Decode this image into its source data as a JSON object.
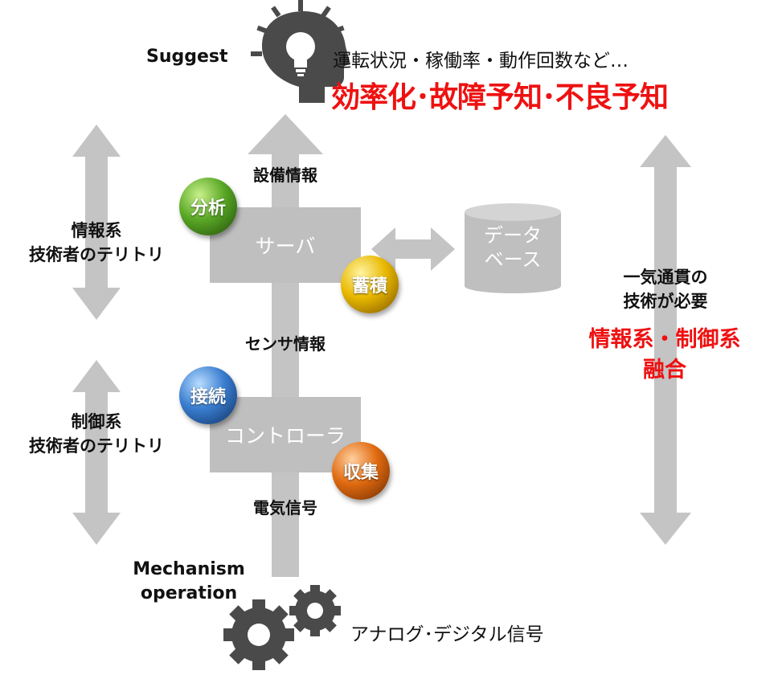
{
  "colors": {
    "arrow_gray": "#c4c4c4",
    "icon_gray": "#4a4a4a",
    "accent_red": "#ee1111",
    "orb_green": "#4c9a1e",
    "orb_yellow": "#e0b000",
    "orb_blue": "#2e74c8",
    "orb_orange": "#e06a10"
  },
  "top": {
    "suggest": "Suggest",
    "subtitle": "運転状況・稼働率・動作回数など…",
    "headline": "効率化･故障予知･不良予知"
  },
  "left": {
    "info_line1": "情報系",
    "info_line2": "技術者のテリトリ",
    "control_line1": "制御系",
    "control_line2": "技術者のテリトリ"
  },
  "center": {
    "equipment_info": "設備情報",
    "server": "サーバ",
    "sensor_info": "センサ情報",
    "controller": "コントローラ",
    "electric_signal": "電気信号",
    "mechanism_line1": "Mechanism",
    "mechanism_line2": "operation",
    "analog_digital": "アナログ･デジタル信号"
  },
  "database": {
    "line1": "データ",
    "line2": "ベース"
  },
  "orbs": {
    "analyze": "分析",
    "store": "蓄積",
    "connect": "接続",
    "collect": "収集"
  },
  "right": {
    "line1": "一気通貫の",
    "line2": "技術が必要",
    "red_line1": "情報系・制御系",
    "red_line2": "融合"
  },
  "icons": [
    "lightbulb-head-icon",
    "gears-icon"
  ]
}
